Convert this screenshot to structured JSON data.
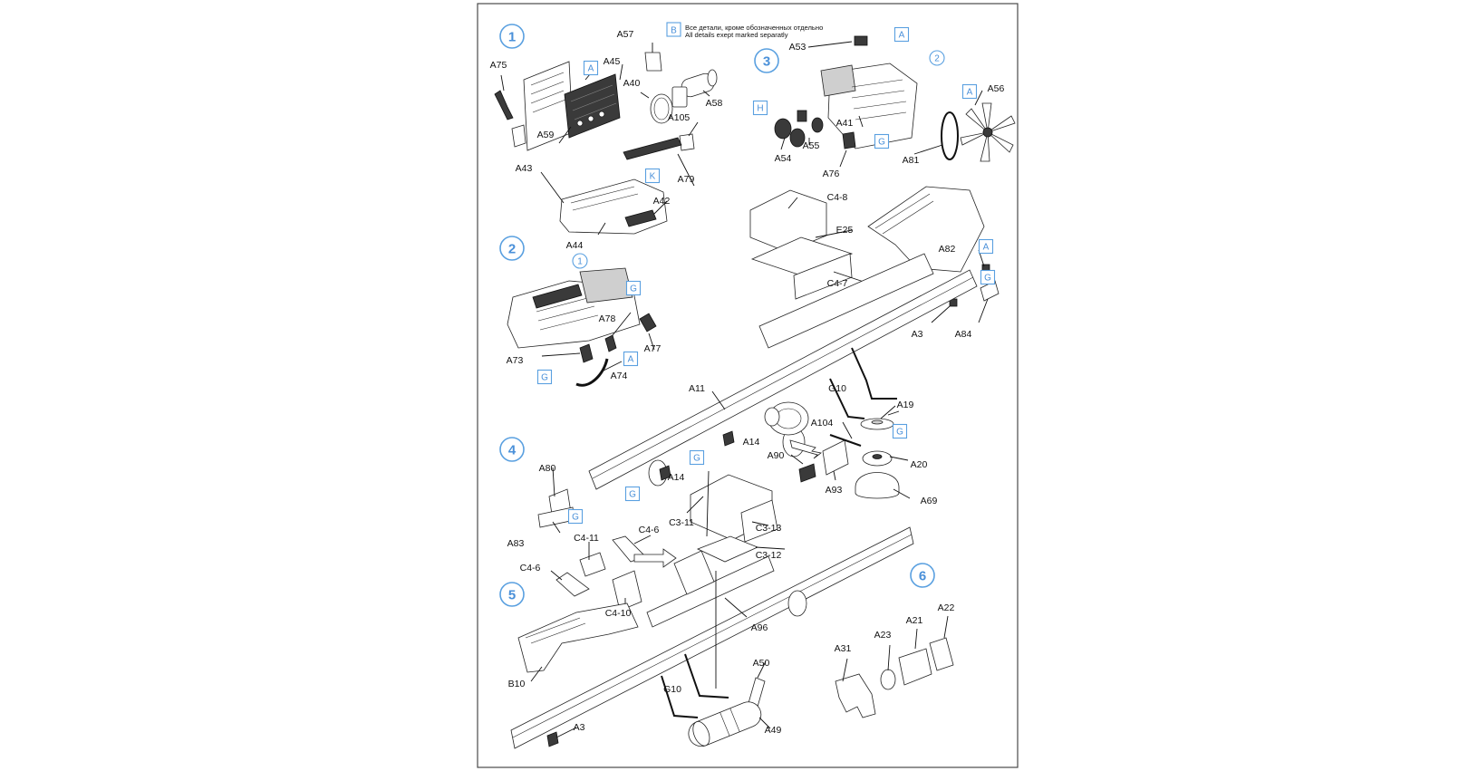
{
  "note": {
    "marker": "B",
    "line_ru": "Все детали, кроме обозначенных отдельно",
    "line_en": "All details exept marked separatly"
  },
  "steps": [
    "1",
    "2",
    "3",
    "4",
    "5",
    "6"
  ],
  "subassembly_refs": [
    "2",
    "1"
  ],
  "markers": [
    "A",
    "K",
    "A",
    "H",
    "G",
    "A",
    "G",
    "A",
    "G",
    "A",
    "G",
    "G",
    "G",
    "G",
    "G"
  ],
  "labels": [
    "A57",
    "A75",
    "A45",
    "A40",
    "A58",
    "A105",
    "A59",
    "A79",
    "A43",
    "A42",
    "A44",
    "A53",
    "A56",
    "A41",
    "A55",
    "A54",
    "A76",
    "A81",
    "C4-8",
    "E25",
    "C4-7",
    "A82",
    "A3",
    "A84",
    "A78",
    "A77",
    "A73",
    "A74",
    "A11",
    "G10",
    "A19",
    "A104",
    "A14",
    "A90",
    "A93",
    "A20",
    "A69",
    "A14",
    "A80",
    "A83",
    "C3-11",
    "C3-13",
    "C4-6",
    "C4-11",
    "C3-12",
    "C4-6",
    "C4-10",
    "A96",
    "B10",
    "G10",
    "A50",
    "A49",
    "A3",
    "A31",
    "A23",
    "A21",
    "A22"
  ],
  "colors": {
    "accent": "#4a90d9",
    "ink": "#111111",
    "frame": "#4a4a4a"
  }
}
